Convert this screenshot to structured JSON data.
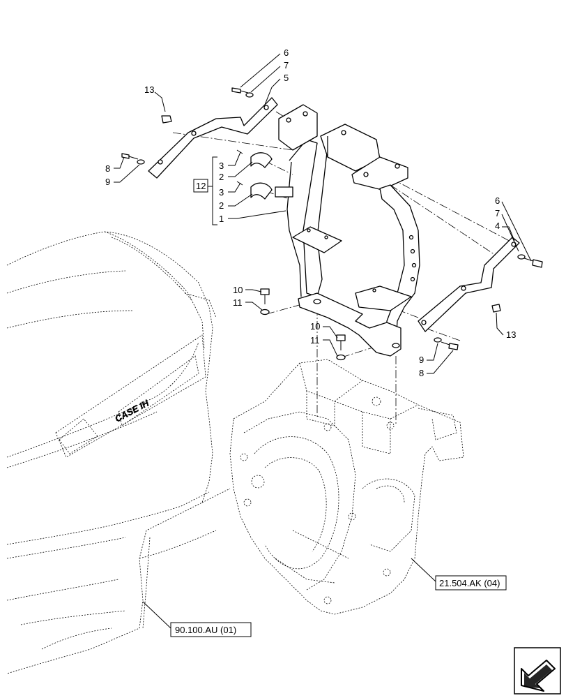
{
  "callouts": {
    "c13a": "13",
    "c6a": "6",
    "c7a": "7",
    "c5": "5",
    "c8a": "8",
    "c9a": "9",
    "c3a": "3",
    "c2a": "2",
    "c12": "12",
    "c3b": "3",
    "c2b": "2",
    "c1": "1",
    "c6b": "6",
    "c7b": "7",
    "c4": "4",
    "c10a": "10",
    "c11a": "11",
    "c10b": "10",
    "c11b": "11",
    "c13b": "13",
    "c9b": "9",
    "c8b": "8"
  },
  "references": {
    "transmission": "21.504.AK (04)",
    "hood": "90.100.AU (01)"
  },
  "logo_text": "CASE IH",
  "icons": {
    "nav": "previous-page-arrow-icon"
  }
}
